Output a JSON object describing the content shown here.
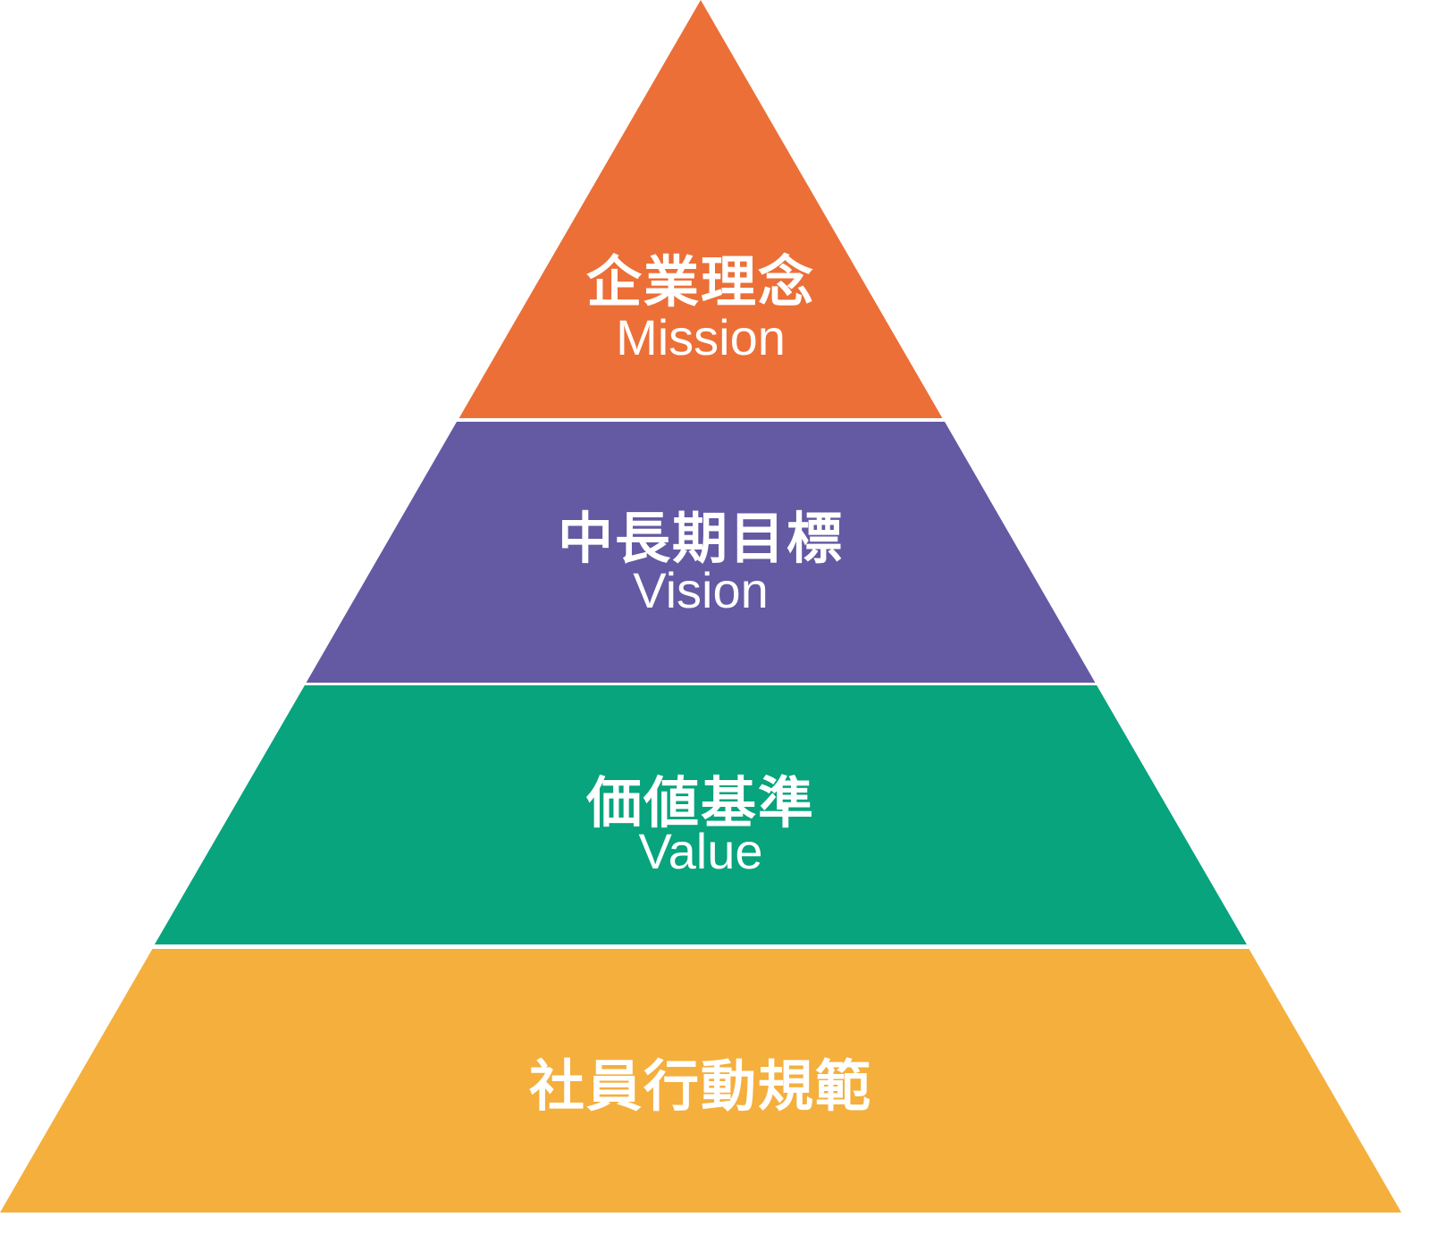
{
  "pyramid": {
    "levels": [
      {
        "title_jp": "企業理念",
        "title_en": "Mission",
        "color": "#EC6F37"
      },
      {
        "title_jp": "中長期目標",
        "title_en": "Vision",
        "color": "#6459A3"
      },
      {
        "title_jp": "価値基準",
        "title_en": "Value",
        "color": "#07A47E"
      },
      {
        "title_jp": "社員行動規範",
        "color": "#F5AF3D"
      }
    ]
  }
}
